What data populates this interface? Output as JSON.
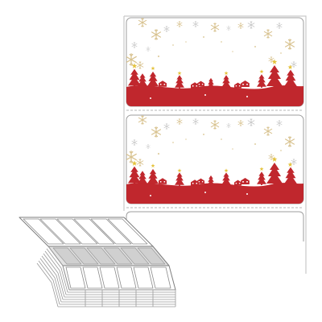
{
  "colors": {
    "background": "#ffffff",
    "liner": "#c9c9c9",
    "label_red": "#c0272d",
    "snow_gold": "#d8c28f",
    "snow_grey": "#c7c7c7",
    "star_gold": "#e4c23a",
    "perforation": "#b5b5b5",
    "stack_line": "#9a9a9a"
  },
  "illustration": {
    "labels": [
      {
        "name": "christmas-label-1",
        "motif": "snowflakes-and-red-winter-village"
      },
      {
        "name": "christmas-label-2",
        "motif": "snowflakes-and-red-winter-village"
      },
      {
        "name": "blank-label-3",
        "motif": "blank"
      }
    ],
    "stack": {
      "name": "fanfold-label-stack",
      "folded_sheets": 6
    }
  }
}
